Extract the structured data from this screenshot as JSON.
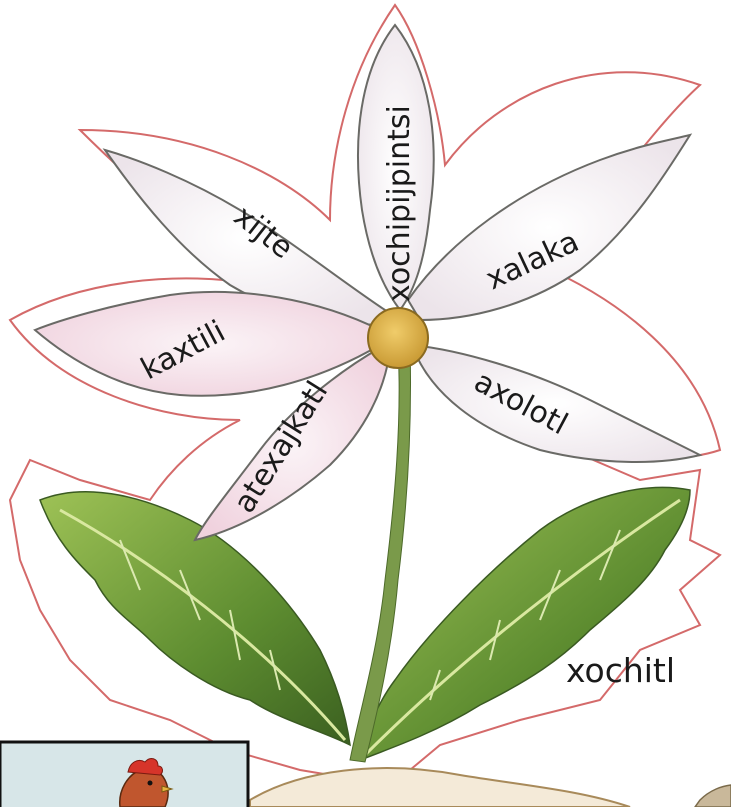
{
  "labels": {
    "top_petal": "xochipijpintsi",
    "upper_left_petal": "xijte",
    "upper_right_petal": "xalaka",
    "left_petal": "kaxtili",
    "lower_left_petal": "atexajkatl",
    "lower_right_petal": "axolotl",
    "plant_name": "xochitl"
  },
  "colors": {
    "background": "#ffffff",
    "outline_halo": "#d46a6a",
    "petal_fill": "#f8eef2",
    "petal_pink": "#f3d8e2",
    "petal_stroke": "#6a6a66",
    "center": "#dcb44a",
    "stem": "#7a9a4a",
    "leaf": "#6f9a3a",
    "leaf_dark": "#3f6a25",
    "ground": "#a88a5a"
  },
  "icons": [
    "flower-illustration",
    "rooster-icon"
  ]
}
